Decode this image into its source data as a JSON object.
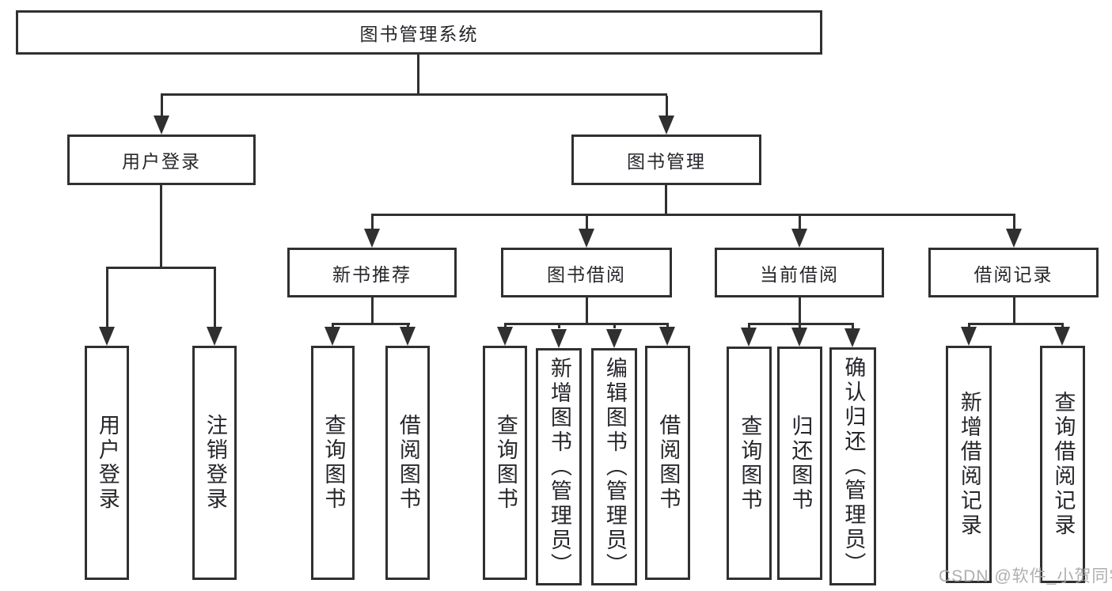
{
  "root": {
    "label": "图书管理系统"
  },
  "level2": [
    {
      "label": "用户登录"
    },
    {
      "label": "图书管理"
    }
  ],
  "sections": [
    {
      "label": "新书推荐"
    },
    {
      "label": "图书借阅"
    },
    {
      "label": "当前借阅"
    },
    {
      "label": "借阅记录"
    }
  ],
  "leaves": {
    "login": [
      "用户登录",
      "注销登录"
    ],
    "new_books": [
      "查询图书",
      "借阅图书"
    ],
    "borrowing": [
      "查询图书",
      "新增图书（管理员）",
      "编辑图书（管理员）",
      "借阅图书"
    ],
    "current": [
      "查询图书",
      "归还图书",
      "确认归还（管理员）"
    ],
    "records": [
      "新增借阅记录",
      "查询借阅记录"
    ]
  },
  "watermark": {
    "text": "CSDN @软件_小贺同学"
  },
  "colors": {
    "line": "#303030",
    "text": "#26262b",
    "background": "#ffffff",
    "watermark": "#a8a8a8"
  }
}
